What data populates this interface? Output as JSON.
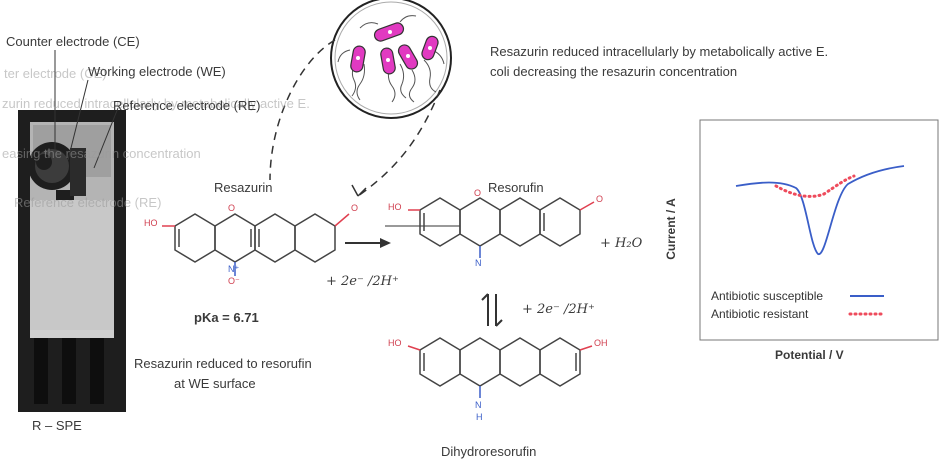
{
  "electrode": {
    "ce_label": "Counter electrode (CE)",
    "we_label": "Working electrode (WE)",
    "re_label": "Reference electrode (RE)",
    "name": "R – SPE"
  },
  "bacteria": {
    "caption_line1": "Resazurin reduced intracellularly by metabolically active E.",
    "caption_line2": "coli decreasing the resazurin concentration"
  },
  "chemistry": {
    "resazurin": "Resazurin",
    "resorufin": "Resorufin",
    "dihydroresorufin": "Dihydroresorufin",
    "pka": "pKa = 6.71",
    "reaction1": "+ 2e⁻ /2H⁺",
    "reaction2": "+ 2e⁻ /2H⁺",
    "water": "+ H₂O",
    "surface_line1": "Resazurin reduced to resorufin",
    "surface_line2": "at WE surface",
    "atoms": {
      "ho": "HO",
      "o": "O",
      "n": "N",
      "h": "H",
      "oh": "OH",
      "nplus": "N⁺",
      "ominus": "O⁻"
    }
  },
  "plot": {
    "ylabel": "Current / A",
    "xlabel": "Potential / V",
    "legend": [
      {
        "name": "Antibiotic susceptible",
        "color": "#3a5ec8",
        "style": "solid"
      },
      {
        "name": "Antibiotic resistant",
        "color": "#ee4b5c",
        "style": "dotted"
      }
    ]
  },
  "colors": {
    "bacteria": "#e13ac1",
    "electrode_dark": "#1e1e1e",
    "electrode_grey": "#b4b4b4"
  }
}
